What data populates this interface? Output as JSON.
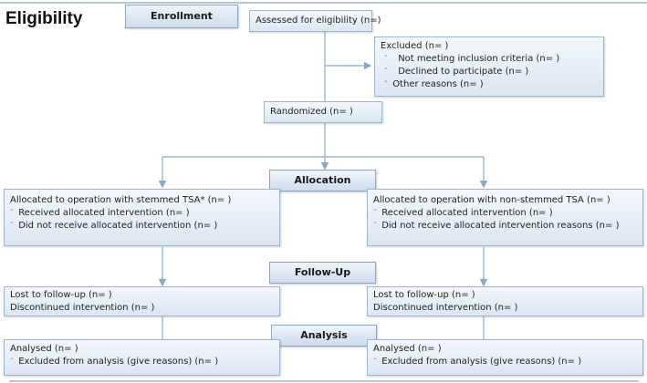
{
  "title": "Eligibility",
  "stages": {
    "enrollment": "Enrollment",
    "allocation": "Allocation",
    "followup": "Follow-Up",
    "analysis": "Analysis"
  },
  "assessed": "Assessed for eligibility (n=)",
  "excluded": {
    "heading": "Excluded  (n=  )",
    "items": [
      "Not meeting inclusion criteria (n=  )",
      "Declined to participate (n=  )",
      "Other reasons (n=  )"
    ]
  },
  "randomized": "Randomized (n=  )",
  "left_arm": {
    "allocation": {
      "heading": "Allocated to operation with stemmed TSA* (n=  )",
      "items": [
        "Received allocated intervention (n=  )",
        "Did not receive allocated intervention (n=  )"
      ]
    },
    "followup": [
      "Lost to follow-up  (n=  )",
      "Discontinued intervention (n=  )"
    ],
    "analysis": {
      "heading": "Analysed  (n=  )",
      "items": [
        "Excluded from analysis (give reasons) (n=  )"
      ]
    }
  },
  "right_arm": {
    "allocation": {
      "heading": "Allocated to operation with non-stemmed TSA (n=  )",
      "items": [
        "Received allocated intervention (n=  )",
        "Did not receive allocated intervention reasons (n=  )"
      ]
    },
    "followup": [
      "Lost to follow-up  (n=  )",
      "Discontinued intervention (n=  )"
    ],
    "analysis": {
      "heading": "Analysed  (n=  )",
      "items": [
        "Excluded from analysis (give reasons) (n=  )"
      ]
    }
  },
  "bullet_glyph": "¨"
}
